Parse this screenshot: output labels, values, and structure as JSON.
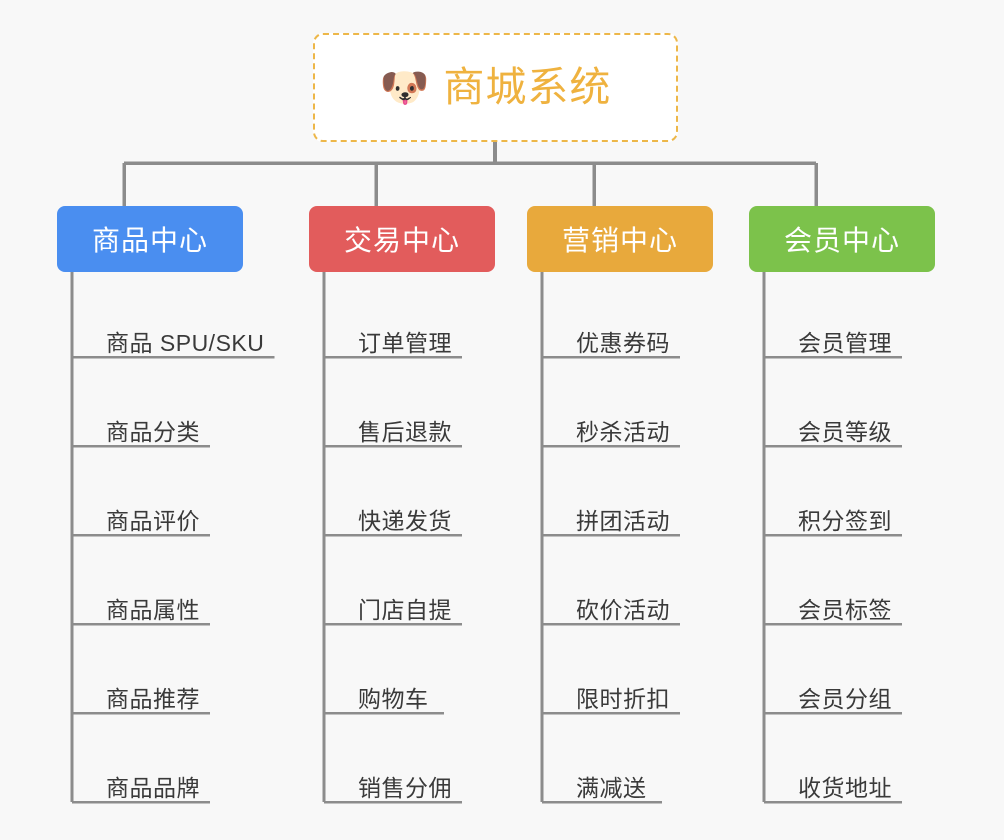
{
  "page": {
    "background_color": "#f8f8f8",
    "line_color": "#8c8c8c",
    "leaf_text_color": "#3a3a3a"
  },
  "root": {
    "icon": "shiba-dog-face-emoji",
    "emoji": "🐶",
    "title": "商城系统",
    "text_color": "#efb23f",
    "border_color": "#edb749",
    "background_color": "#ffffff"
  },
  "branches": [
    {
      "label": "商品中心",
      "color": "#4a8ef0",
      "items": [
        {
          "label": "商品 SPU/SKU"
        },
        {
          "label": "商品分类"
        },
        {
          "label": "商品评价"
        },
        {
          "label": "商品属性"
        },
        {
          "label": "商品推荐"
        },
        {
          "label": "商品品牌"
        }
      ]
    },
    {
      "label": "交易中心",
      "color": "#e25c5c",
      "items": [
        {
          "label": "订单管理"
        },
        {
          "label": "售后退款"
        },
        {
          "label": "快递发货"
        },
        {
          "label": "门店自提"
        },
        {
          "label": "购物车"
        },
        {
          "label": "销售分佣"
        }
      ]
    },
    {
      "label": "营销中心",
      "color": "#e8a93c",
      "items": [
        {
          "label": "优惠券码"
        },
        {
          "label": "秒杀活动"
        },
        {
          "label": "拼团活动"
        },
        {
          "label": "砍价活动"
        },
        {
          "label": "限时折扣"
        },
        {
          "label": "满减送"
        }
      ]
    },
    {
      "label": "会员中心",
      "color": "#7cc24b",
      "items": [
        {
          "label": "会员管理"
        },
        {
          "label": "会员等级"
        },
        {
          "label": "积分签到"
        },
        {
          "label": "会员标签"
        },
        {
          "label": "会员分组"
        },
        {
          "label": "收货地址"
        }
      ]
    }
  ]
}
